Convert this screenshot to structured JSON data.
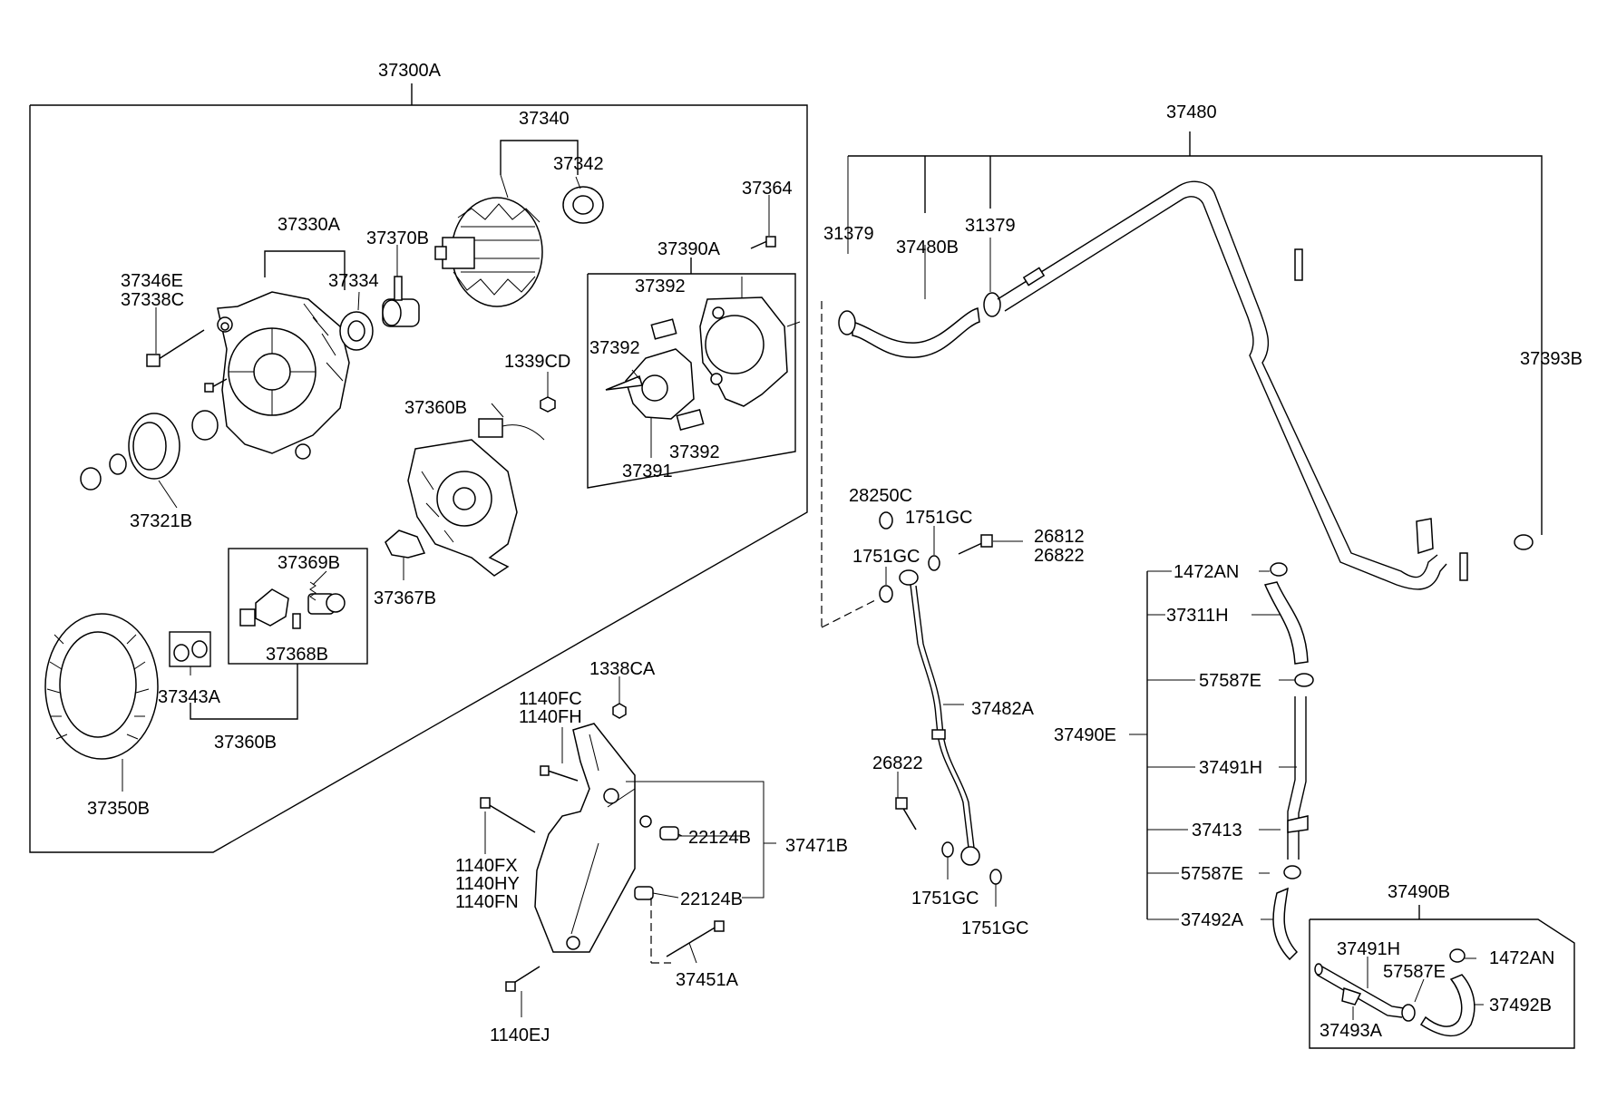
{
  "labels": {
    "p37300A": "37300A",
    "p37340": "37340",
    "p37342": "37342",
    "p37364": "37364",
    "p37330A": "37330A",
    "p37370B": "37370B",
    "p37390A": "37390A",
    "p37346E": "37346E",
    "p37338C": "37338C",
    "p37334": "37334",
    "p37392a": "37392",
    "p37392b": "37392",
    "p37392c": "37392",
    "p37391": "37391",
    "p1339CD": "1339CD",
    "p37360Ba": "37360B",
    "p37321B": "37321B",
    "p37369B": "37369B",
    "p37367B": "37367B",
    "p37368B": "37368B",
    "p37343A": "37343A",
    "p37360Bb": "37360B",
    "p37350B": "37350B",
    "p1338CA": "1338CA",
    "p1140FC": "1140FC",
    "p1140FH": "1140FH",
    "p1140FX": "1140FX",
    "p1140HY": "1140HY",
    "p1140FN": "1140FN",
    "p22124Ba": "22124B",
    "p22124Bb": "22124B",
    "p37471B": "37471B",
    "p37451A": "37451A",
    "p1140EJ": "1140EJ",
    "p37480": "37480",
    "p31379a": "31379",
    "p37480B": "37480B",
    "p31379b": "31379",
    "p37393B": "37393B",
    "p28250C": "28250C",
    "p1751GCa": "1751GC",
    "p26812": "26812",
    "p26822a": "26822",
    "p1751GCb": "1751GC",
    "p37482A": "37482A",
    "p26822b": "26822",
    "p1751GCc": "1751GC",
    "p1751GCd": "1751GC",
    "p1472ANa": "1472AN",
    "p37311H": "37311H",
    "p57587Ea": "57587E",
    "p37490E": "37490E",
    "p37491Ha": "37491H",
    "p37413": "37413",
    "p57587Eb": "57587E",
    "p37492A": "37492A",
    "p37490B": "37490B",
    "p37491Hb": "37491H",
    "p57587Ec": "57587E",
    "p1472ANb": "1472AN",
    "p37492B": "37492B",
    "p37493A": "37493A"
  }
}
